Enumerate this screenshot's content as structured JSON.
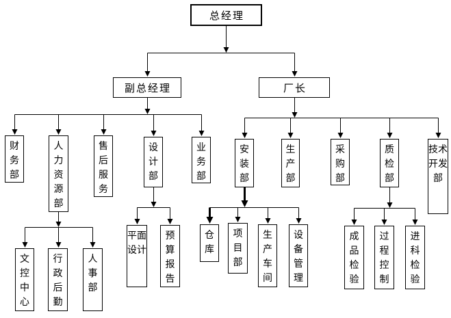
{
  "colors": {
    "background": "#ffffff",
    "line": "#000000",
    "box_border": "#000000",
    "text": "#000000"
  },
  "nodes": {
    "general_manager": "总经理",
    "deputy_general_manager": "副总经理",
    "factory_director": "厂长",
    "finance_dept": "财务部",
    "hr_dept": "人力资源部",
    "after_sales_service": "售后服务",
    "design_dept": "设计部",
    "business_dept": "业务部",
    "installation_dept": "安装部",
    "production_dept": "生产部",
    "purchasing_dept": "采购部",
    "quality_inspection_dept": "质检部",
    "tech_development_dept": "技术开发部",
    "document_control_center": "文控中心",
    "admin_logistics": "行政后勤",
    "personnel_dept": "人事部",
    "graphic_design": "平面设计",
    "budget_report": "预算报告",
    "warehouse": "仓库",
    "project_dept": "项目部",
    "production_workshop": "生产车间",
    "equipment_management": "设备管理",
    "finished_product_inspection": "成品检验",
    "process_control": "过程控制",
    "incoming_material_inspection": "进科检验"
  },
  "hierarchy": {
    "general_manager": [
      "deputy_general_manager",
      "factory_director"
    ],
    "deputy_general_manager": [
      "finance_dept",
      "hr_dept",
      "after_sales_service",
      "design_dept",
      "business_dept"
    ],
    "factory_director": [
      "installation_dept",
      "production_dept",
      "purchasing_dept",
      "quality_inspection_dept",
      "tech_development_dept"
    ],
    "hr_dept": [
      "document_control_center",
      "admin_logistics",
      "personnel_dept"
    ],
    "design_dept": [
      "graphic_design",
      "budget_report"
    ],
    "installation_dept": [
      "warehouse",
      "project_dept",
      "production_workshop",
      "equipment_management"
    ],
    "quality_inspection_dept": [
      "finished_product_inspection",
      "process_control",
      "incoming_material_inspection"
    ]
  }
}
